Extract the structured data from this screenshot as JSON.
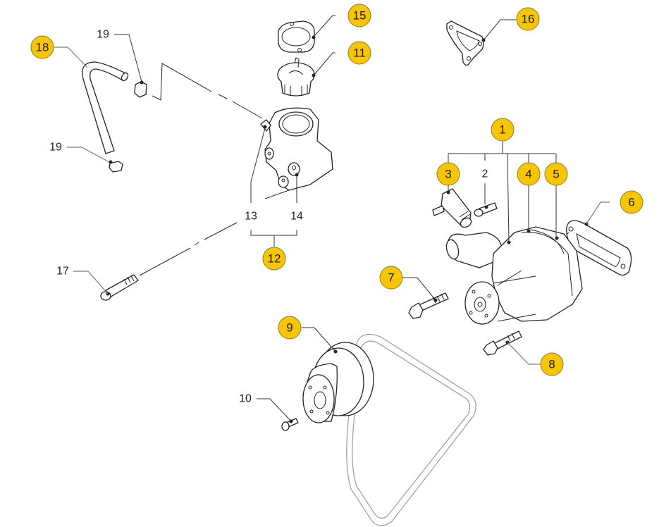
{
  "diagram": {
    "type": "exploded parts view",
    "subject": "water pump and thermostat assembly",
    "colors": {
      "callout_fill": "#f7c600",
      "line": "#222222",
      "belt": "#9a9a9a",
      "background": "#ffffff"
    },
    "callouts": [
      {
        "id": "1",
        "label": "1",
        "style": "bubble",
        "part": "water-pump-assembly"
      },
      {
        "id": "2",
        "label": "2",
        "style": "plain",
        "part": "bolt"
      },
      {
        "id": "3",
        "label": "3",
        "style": "bubble",
        "part": "fitting"
      },
      {
        "id": "4",
        "label": "4",
        "style": "bubble",
        "part": "pump-body-plug"
      },
      {
        "id": "5",
        "label": "5",
        "style": "bubble",
        "part": "pump-housing"
      },
      {
        "id": "6",
        "label": "6",
        "style": "bubble",
        "part": "pump-gasket"
      },
      {
        "id": "7",
        "label": "7",
        "style": "bubble",
        "part": "flange-bolt"
      },
      {
        "id": "8",
        "label": "8",
        "style": "bubble",
        "part": "flange-bolt"
      },
      {
        "id": "9",
        "label": "9",
        "style": "bubble",
        "part": "pulley"
      },
      {
        "id": "10",
        "label": "10",
        "style": "plain",
        "part": "pulley-bolt"
      },
      {
        "id": "11",
        "label": "11",
        "style": "bubble",
        "part": "thermostat"
      },
      {
        "id": "12",
        "label": "12",
        "style": "bubble",
        "part": "thermostat-housing-assembly"
      },
      {
        "id": "13",
        "label": "13",
        "style": "plain",
        "part": "housing-bolt"
      },
      {
        "id": "14",
        "label": "14",
        "style": "plain",
        "part": "housing-stud"
      },
      {
        "id": "15",
        "label": "15",
        "style": "bubble",
        "part": "thermostat-gasket"
      },
      {
        "id": "16",
        "label": "16",
        "style": "bubble",
        "part": "housing-gasket"
      },
      {
        "id": "17",
        "label": "17",
        "style": "plain",
        "part": "long-bolt"
      },
      {
        "id": "18",
        "label": "18",
        "style": "bubble",
        "part": "bypass-hose"
      },
      {
        "id": "19a",
        "label": "19",
        "style": "plain",
        "part": "hose-clamp-upper"
      },
      {
        "id": "19b",
        "label": "19",
        "style": "plain",
        "part": "hose-clamp-lower"
      }
    ]
  }
}
